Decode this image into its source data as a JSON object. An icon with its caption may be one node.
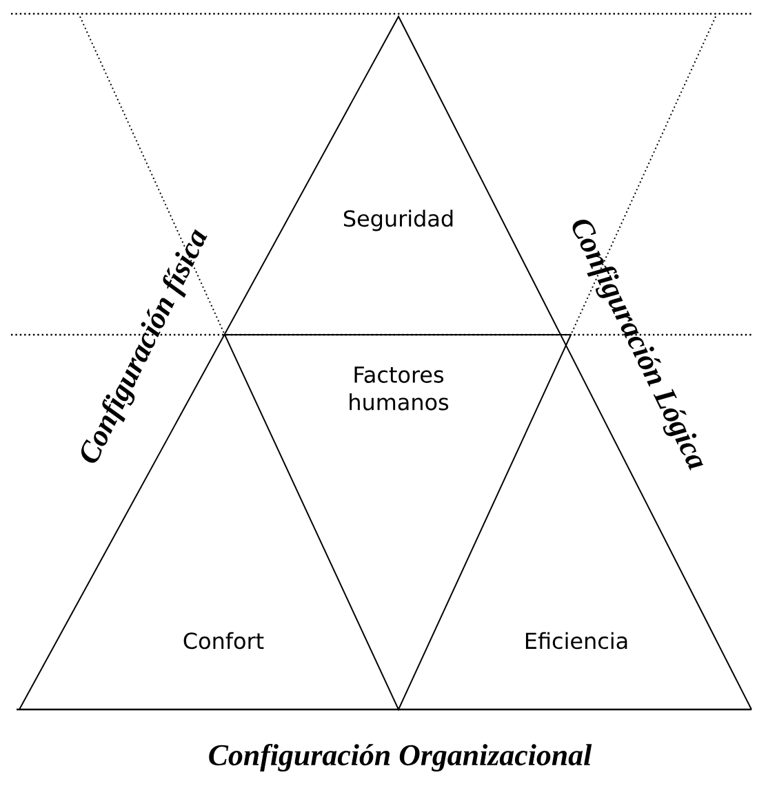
{
  "diagram": {
    "nodes": [
      {
        "text": [
          "Seguridad"
        ]
      },
      {
        "text": [
          "Factores humanos"
        ]
      },
      {
        "text": [
          "Confort"
        ]
      },
      {
        "text": [
          "Eficiencia"
        ]
      }
    ],
    "labels": [
      "Configuración física",
      "Configuración Lógica",
      "Configuración Organizacional"
    ]
  }
}
